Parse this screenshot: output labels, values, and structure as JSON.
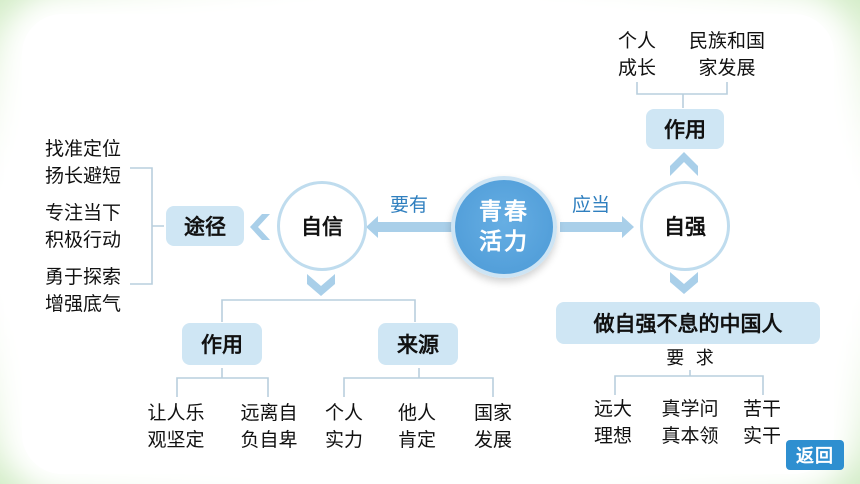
{
  "center": "青春\n活力",
  "self_confidence": "自信",
  "self_strength": "自强",
  "label_should_have": "要有",
  "label_should": "应当",
  "path_box": "途径",
  "path_items": [
    "找准定位\n扬长避短",
    "专注当下\n积极行动",
    "勇于探索\n增强底气"
  ],
  "confidence_role_box": "作用",
  "confidence_role_items": [
    "让人乐\n观坚定",
    "远离自\n负自卑"
  ],
  "source_box": "来源",
  "source_items": [
    "个人\n实力",
    "他人\n肯定",
    "国家\n发展"
  ],
  "strength_role_box": "作用",
  "strength_role_items": [
    "个人\n成长",
    "民族和国\n家发展"
  ],
  "chinese_box": "做自强不息的中国人",
  "requirements_label": "要  求",
  "requirement_items": [
    "远大\n理想",
    "真学问\n真本领",
    "苦干\n实干"
  ],
  "back_button": "返回",
  "colors": {
    "arrow": "#a9cfe9",
    "box": "#cfe6f4",
    "center": "#4b99d6",
    "label": "#2f7fbf",
    "button": "#2e8fd0"
  }
}
